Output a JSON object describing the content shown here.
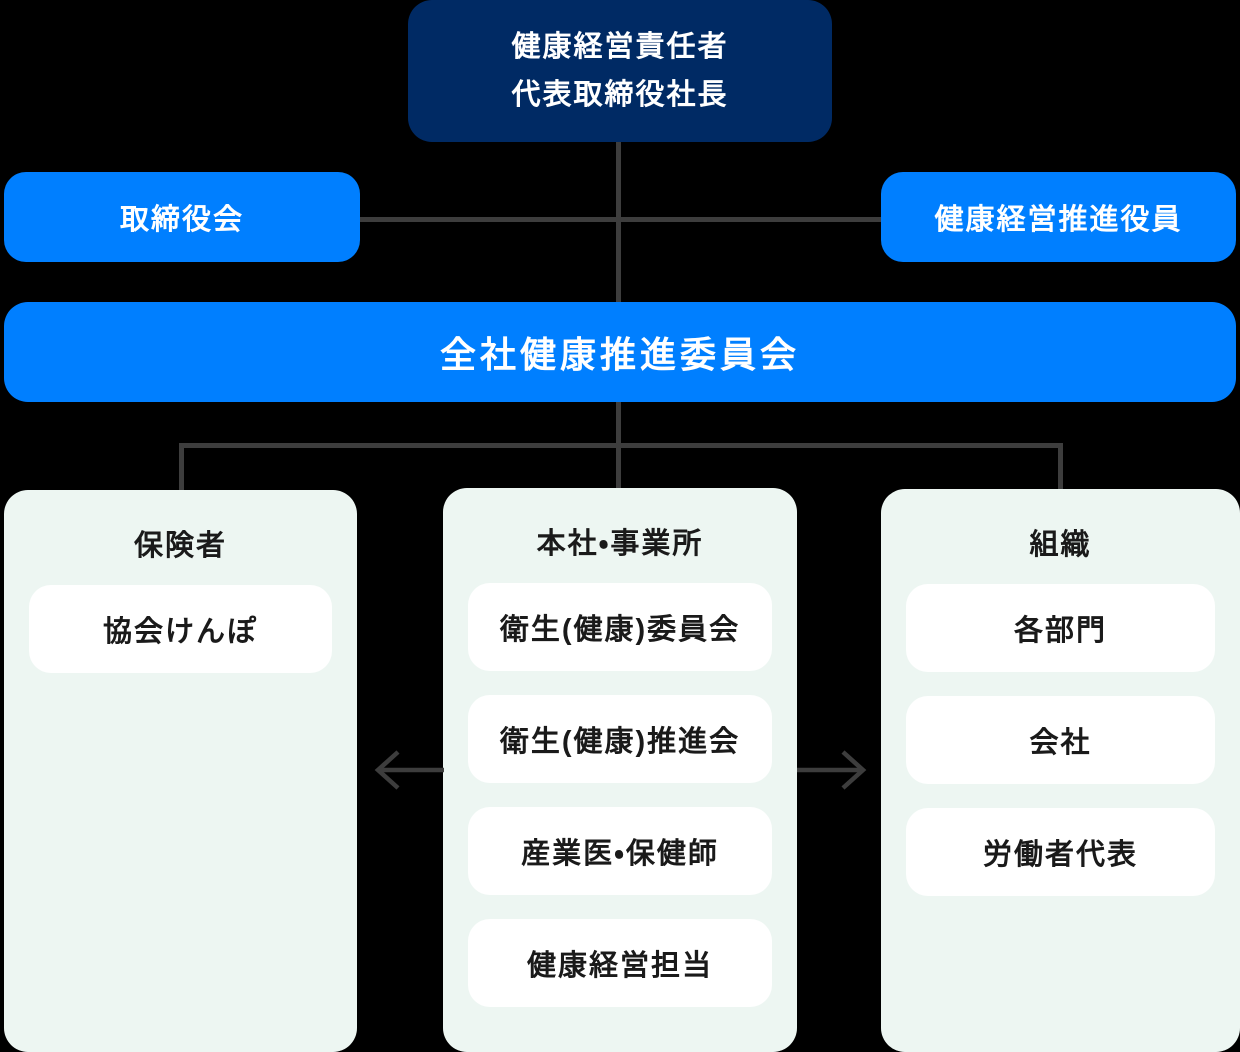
{
  "colors": {
    "dark_navy": "#002a64",
    "primary_blue": "#007fff",
    "panel_mint": "#edf6f2",
    "connector_gray": "#3d3d3d",
    "card_white": "#ffffff"
  },
  "top_box": {
    "line1": "健康経営責任者",
    "line2": "代表取締役社長"
  },
  "board_box": {
    "label": "取締役会"
  },
  "promotion_officer_box": {
    "label": "健康経営推進役員"
  },
  "committee_box": {
    "label": "全社健康推進委員会"
  },
  "panels": {
    "insurer": {
      "title": "保険者",
      "items": [
        "協会けんぽ"
      ]
    },
    "headquarters": {
      "title": "本社・事業所",
      "items": [
        "衛生(健康)委員会",
        "衛生(健康)推進会",
        "産業医・保健師",
        "健康経営担当"
      ]
    },
    "organization": {
      "title": "組織",
      "items": [
        "各部門",
        "会社",
        "労働者代表"
      ]
    }
  },
  "icons": {
    "arrow_left": "left-arrow",
    "arrow_right": "right-arrow"
  }
}
